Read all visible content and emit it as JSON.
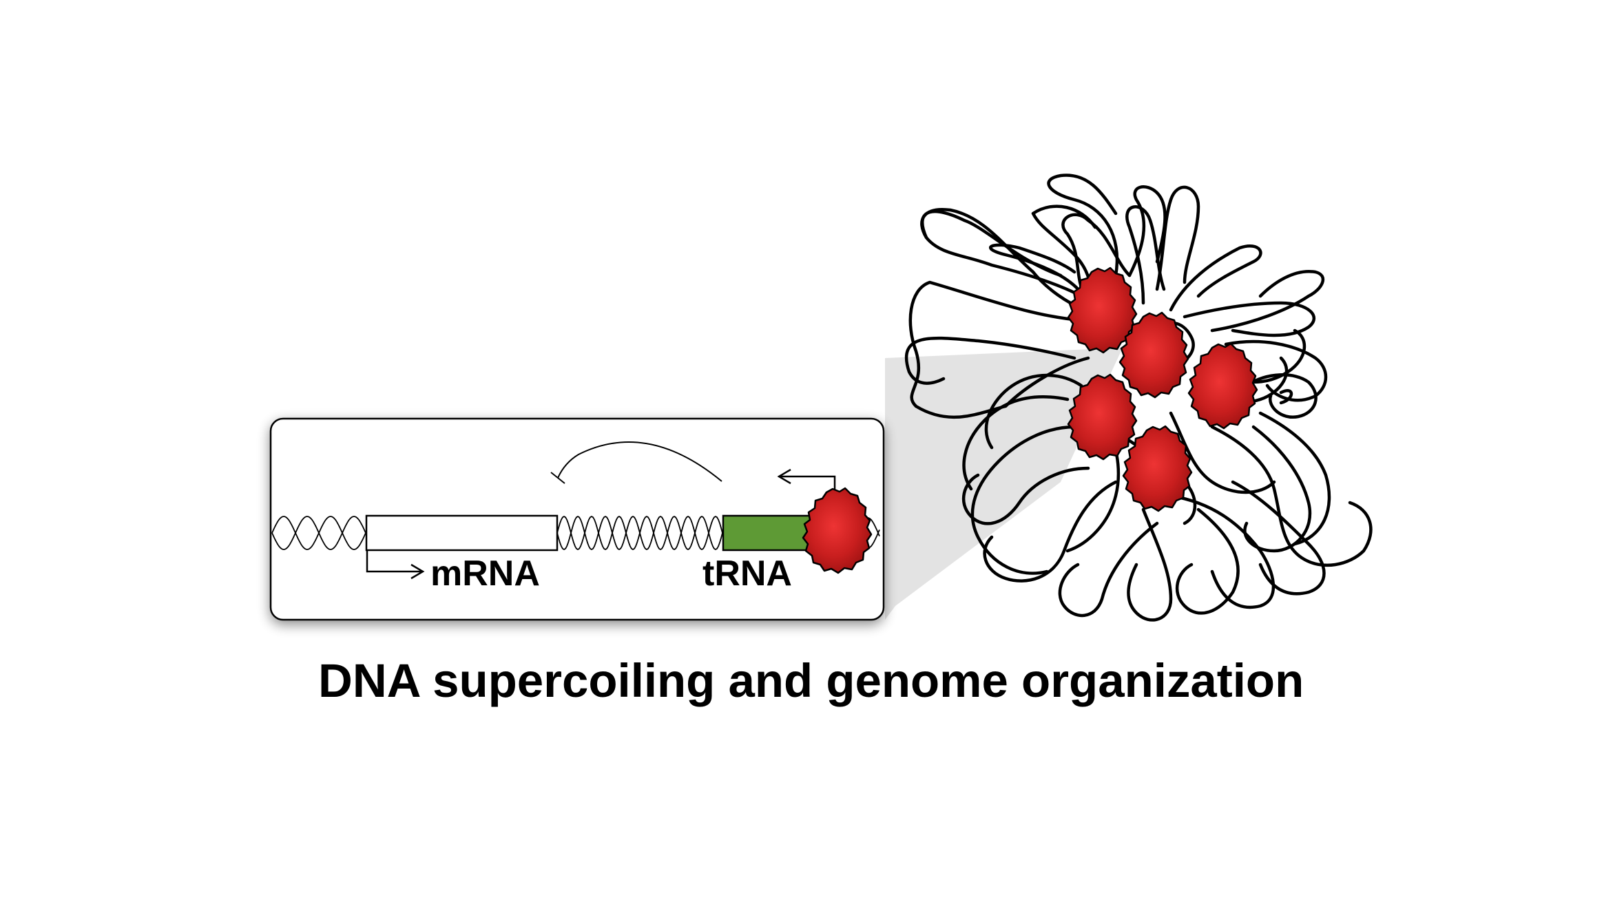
{
  "labels": {
    "mrna": "mRNA",
    "trna": "tRNA",
    "title": "DNA supercoiling and genome organization"
  },
  "colors": {
    "trna_gene": "#5e9a35",
    "ribosome": "#cc1f1f",
    "ribosome_highlight": "#ee3434",
    "outline": "#000000",
    "inset_fill": "#ffffff",
    "zoom_wedge": "#dcdcdc"
  },
  "icons": {
    "ribosome": "ribosome-icon",
    "promoter_arrow": "promoter-arrow-icon",
    "inhibition_arc": "inhibition-arc-icon"
  }
}
